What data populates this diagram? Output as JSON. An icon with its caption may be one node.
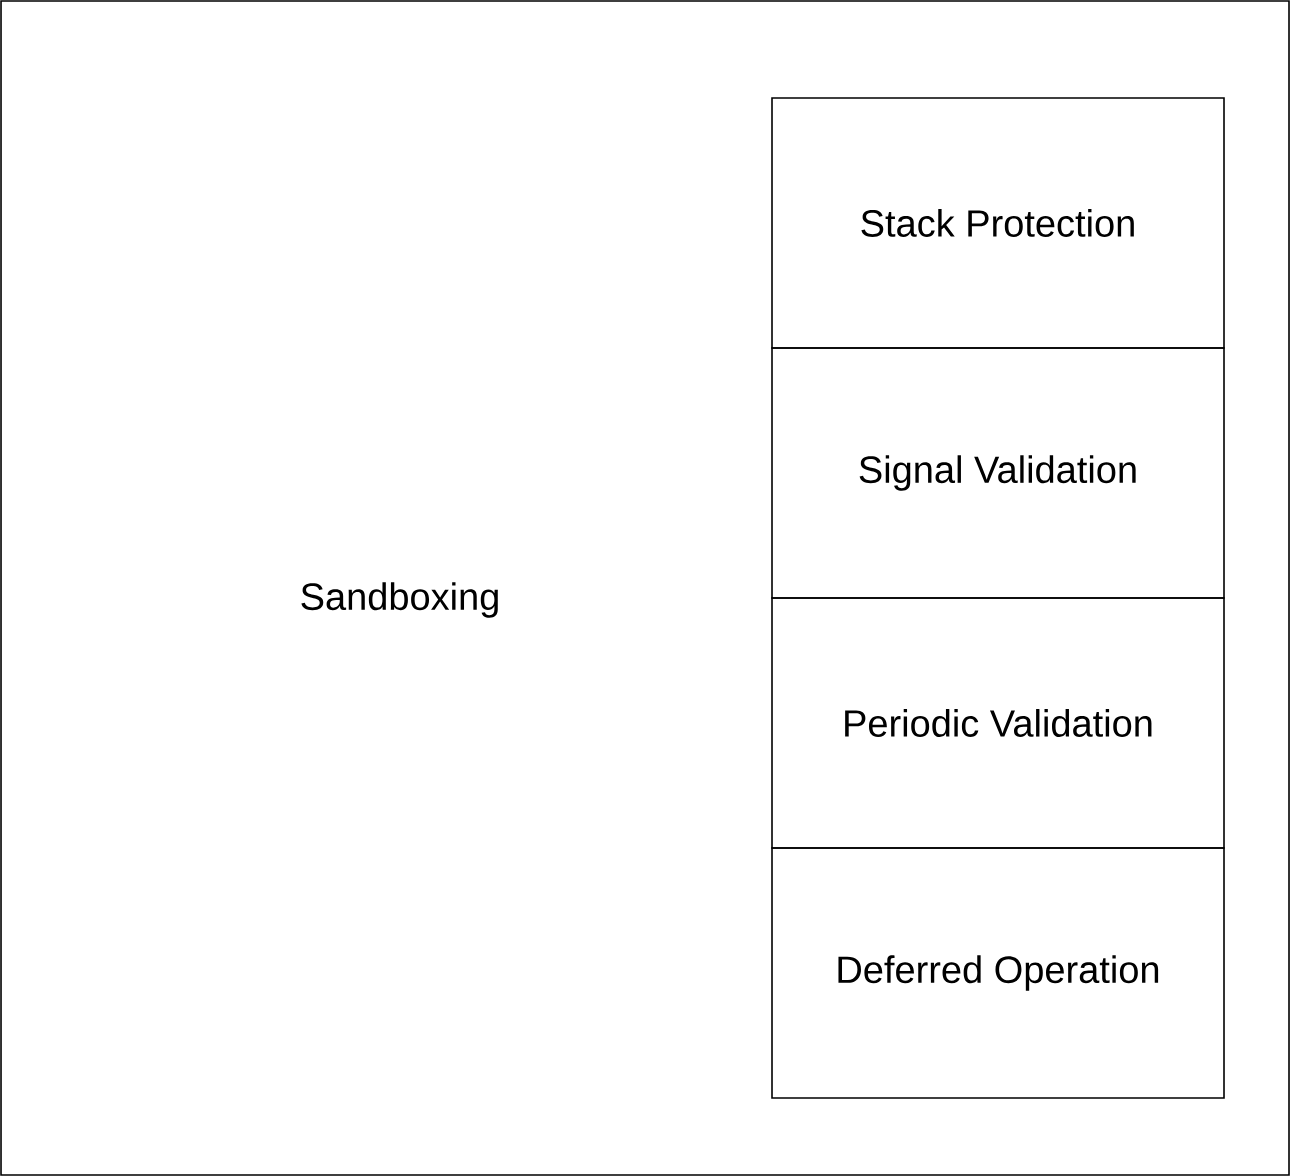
{
  "diagram": {
    "nodes": [
      {
        "text": [
          "Sandboxing"
        ]
      },
      {
        "text": [
          "Stack Protection"
        ],
        "in": 0
      },
      {
        "text": [
          "Signal Validation"
        ],
        "in": 0
      },
      {
        "text": [
          "Periodic Validation"
        ],
        "in": 0
      },
      {
        "text": [
          "Deferred Operation"
        ],
        "in": 0
      }
    ]
  }
}
